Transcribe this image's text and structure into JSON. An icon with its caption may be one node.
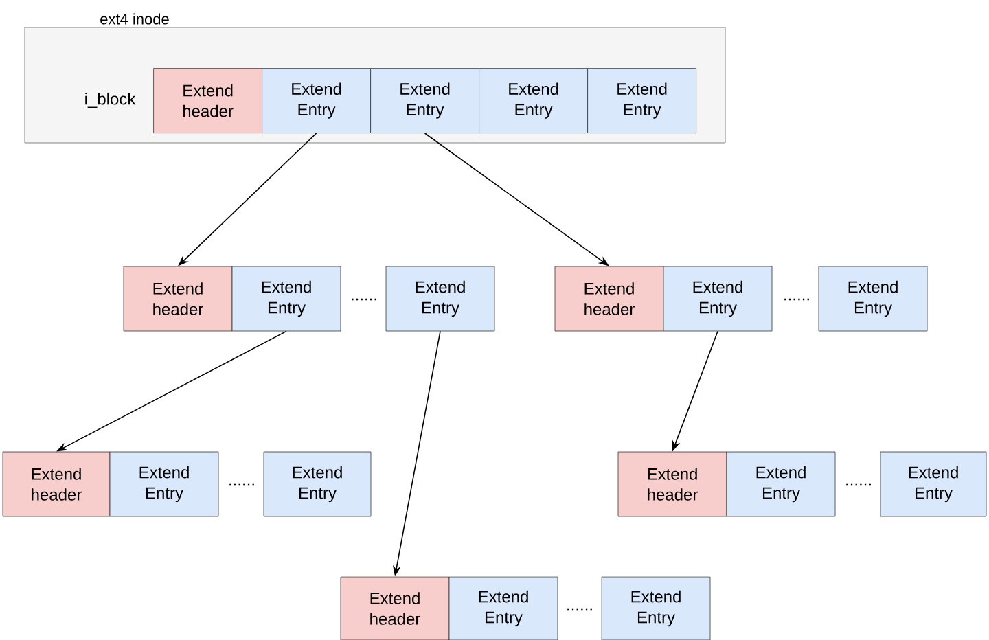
{
  "diagram": {
    "nodes": [
      {
        "text": [
          "ext4 inode"
        ]
      },
      {
        "text": [
          "Extend header"
        ],
        "in": 0
      },
      {
        "text": [
          "Extend Entry"
        ],
        "in": 0
      },
      {
        "text": [
          "Extend Entry"
        ],
        "in": 0
      },
      {
        "text": [
          "Extend Entry"
        ],
        "in": 0
      },
      {
        "text": [
          "Extend Entry"
        ],
        "in": 0
      },
      {
        "text": [
          "Extend header"
        ]
      },
      {
        "text": [
          "Extend Entry"
        ]
      },
      {
        "text": [
          "Extend Entry"
        ]
      },
      {
        "text": [
          "Extend header"
        ]
      },
      {
        "text": [
          "Extend Entry"
        ]
      },
      {
        "text": [
          "Extend Entry"
        ]
      },
      {
        "text": [
          "Extend header"
        ]
      },
      {
        "text": [
          "Extend Entry"
        ]
      },
      {
        "text": [
          "Extend Entry"
        ]
      },
      {
        "text": [
          "Extend header"
        ]
      },
      {
        "text": [
          "Extend Entry"
        ]
      },
      {
        "text": [
          "Extend Entry"
        ]
      },
      {
        "text": [
          "Extend header"
        ]
      },
      {
        "text": [
          "Extend Entry"
        ]
      },
      {
        "text": [
          "Extend Entry"
        ]
      }
    ],
    "edges": [
      {
        "from": 2,
        "to": 6,
        "arrow": "to"
      },
      {
        "from": 3,
        "to": 9,
        "arrow": "to"
      },
      {
        "from": 7,
        "to": 12,
        "arrow": "to"
      },
      {
        "from": 8,
        "to": 18,
        "arrow": "to"
      },
      {
        "from": 10,
        "to": 15,
        "arrow": "to"
      }
    ],
    "labels": [
      "i_block",
      "......",
      "......",
      "......",
      "......",
      "......"
    ]
  }
}
